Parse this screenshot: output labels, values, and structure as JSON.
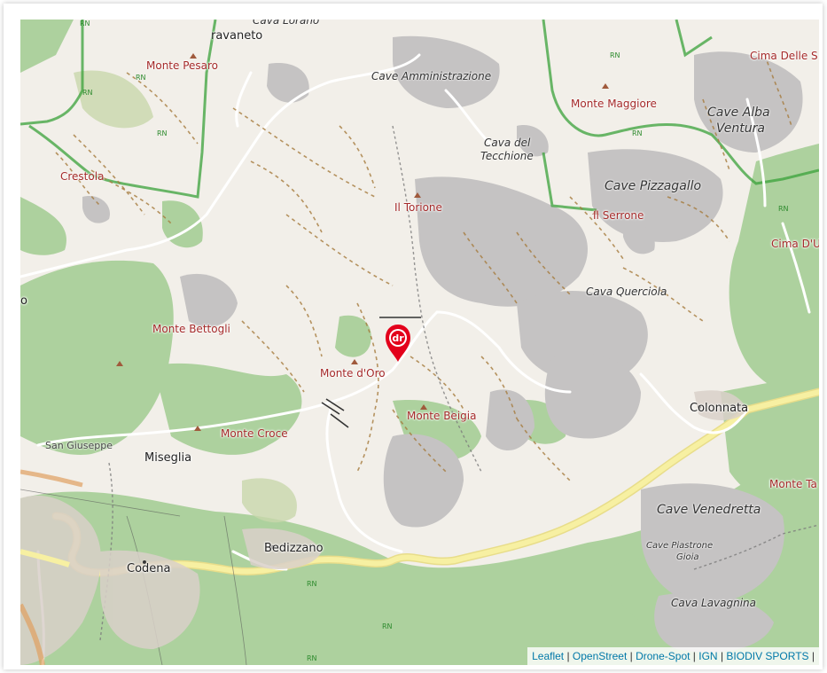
{
  "map": {
    "peaks": [
      {
        "key": "monte_pesaro",
        "label": "Monte Pesaro"
      },
      {
        "key": "crestola",
        "label": "Crestola"
      },
      {
        "key": "monte_maggiore",
        "label": "Monte Maggiore"
      },
      {
        "key": "il_torione",
        "label": "Il Torione"
      },
      {
        "key": "il_serrone",
        "label": "Il Serrone"
      },
      {
        "key": "cima_delle",
        "label": "Cima Delle S"
      },
      {
        "key": "cima_d",
        "label": "Cima D'U"
      },
      {
        "key": "monte_bettogli",
        "label": "Monte Bettogli"
      },
      {
        "key": "monte_doro",
        "label": "Monte d'Oro"
      },
      {
        "key": "monte_beigia",
        "label": "Monte Beigia"
      },
      {
        "key": "monte_croce",
        "label": "Monte Croce"
      },
      {
        "key": "monte_ta",
        "label": "Monte Ta"
      }
    ],
    "quarries": [
      {
        "key": "cava_lorano",
        "label": "Cava Lorano"
      },
      {
        "key": "cave_amministrazione",
        "label": "Cave Amministrazione"
      },
      {
        "key": "cava_tecchione_1",
        "label": "Cava del"
      },
      {
        "key": "cava_tecchione_2",
        "label": "Tecchione"
      },
      {
        "key": "cave_alba_1",
        "label": "Cave Alba"
      },
      {
        "key": "cave_alba_2",
        "label": "Ventura"
      },
      {
        "key": "cave_pizzagallo",
        "label": "Cave Pizzagallo"
      },
      {
        "key": "cava_querciola",
        "label": "Cava Querciola"
      },
      {
        "key": "cave_venedretta",
        "label": "Cave Venedretta"
      },
      {
        "key": "cave_piastrone_1",
        "label": "Cave Piastrone"
      },
      {
        "key": "cave_piastrone_2",
        "label": "Gioia"
      },
      {
        "key": "cava_lavagnina",
        "label": "Cava Lavagnina"
      }
    ],
    "towns": [
      {
        "key": "ravaneto",
        "label": "ravaneto"
      },
      {
        "key": "colonnata",
        "label": "Colonnata"
      },
      {
        "key": "miseglia",
        "label": "Miseglia"
      },
      {
        "key": "bedizzano",
        "label": "Bedizzano"
      },
      {
        "key": "codena",
        "label": "Codena"
      },
      {
        "key": "san_giuseppe",
        "label": "San Giuseppe"
      },
      {
        "key": "edge_o",
        "label": "o"
      }
    ],
    "reserve_label": "RN",
    "marker_text": "dr"
  },
  "attribution": {
    "items": [
      "Leaflet",
      "OpenStreet",
      "Drone-Spot",
      "IGN",
      "BIODIV SPORTS"
    ],
    "separator": " | "
  },
  "colors": {
    "land": "#f2efe9",
    "forest": "#add19e",
    "quarry": "#c5c3c3",
    "road_main": "#f6f0a0",
    "reserve_border": "#3aa23a",
    "marker": "#e3001b",
    "link": "#0078a8"
  }
}
